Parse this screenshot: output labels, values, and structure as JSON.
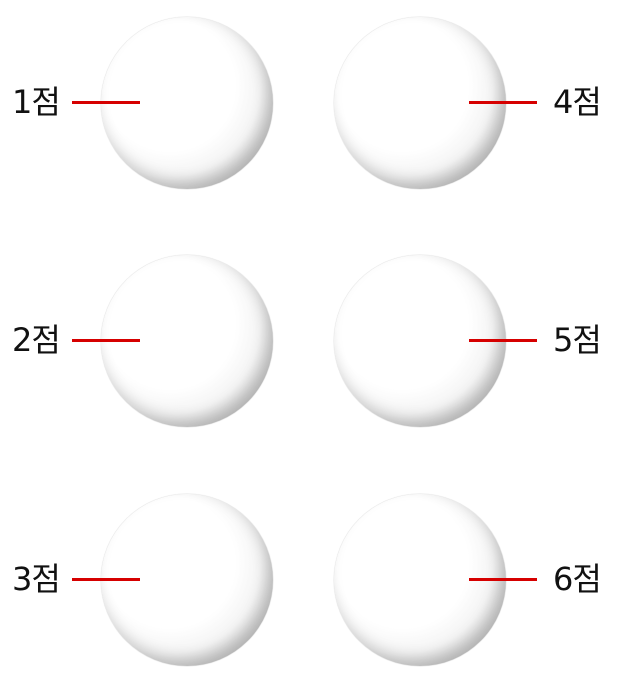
{
  "colors": {
    "leader_line": "#d60000",
    "label_text": "#111111",
    "background": "#ffffff"
  },
  "dots": [
    {
      "label": "1점",
      "column": "left"
    },
    {
      "label": "2점",
      "column": "left"
    },
    {
      "label": "3점",
      "column": "left"
    },
    {
      "label": "4점",
      "column": "right"
    },
    {
      "label": "5점",
      "column": "right"
    },
    {
      "label": "6점",
      "column": "right"
    }
  ]
}
